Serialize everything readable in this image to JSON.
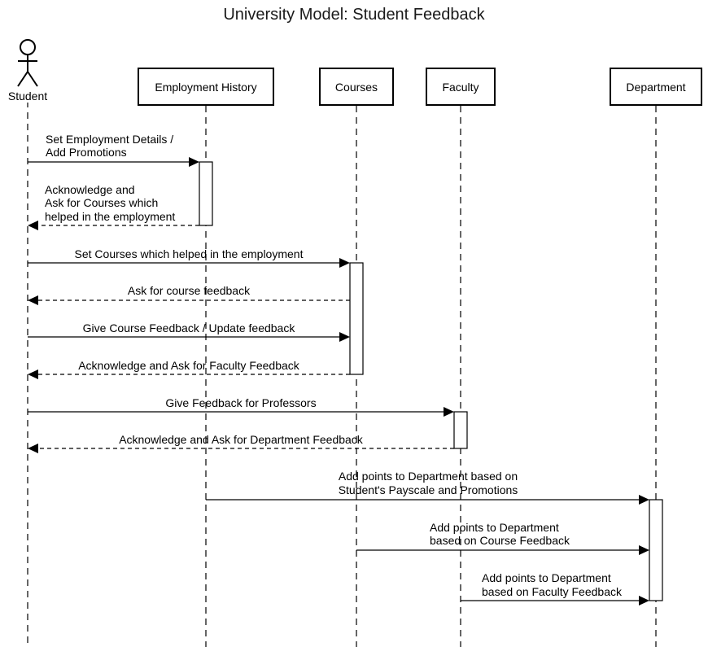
{
  "title": "University Model: Student Feedback",
  "participants": {
    "student": "Student",
    "employment_history": "Employment History",
    "courses": "Courses",
    "faculty": "Faculty",
    "department": "Department"
  },
  "messages": [
    {
      "from": "student",
      "to": "employment_history",
      "kind": "call",
      "lines": [
        "Set Employment Details /",
        "Add Promotions"
      ]
    },
    {
      "from": "employment_history",
      "to": "student",
      "kind": "return",
      "lines": [
        "Acknowledge and",
        "Ask for Courses which",
        "helped in the employment"
      ]
    },
    {
      "from": "student",
      "to": "courses",
      "kind": "call",
      "lines": [
        "Set Courses which helped in the employment"
      ]
    },
    {
      "from": "courses",
      "to": "student",
      "kind": "return",
      "lines": [
        "Ask for course feedback"
      ]
    },
    {
      "from": "student",
      "to": "courses",
      "kind": "call",
      "lines": [
        "Give Course Feedback / Update feedback"
      ]
    },
    {
      "from": "courses",
      "to": "student",
      "kind": "return",
      "lines": [
        "Acknowledge and Ask for Faculty Feedback"
      ]
    },
    {
      "from": "student",
      "to": "faculty",
      "kind": "call",
      "lines": [
        "Give Feedback for Professors"
      ]
    },
    {
      "from": "faculty",
      "to": "student",
      "kind": "return",
      "lines": [
        "Acknowledge and Ask for Department Feedback"
      ]
    },
    {
      "from": "employment_history",
      "to": "department",
      "kind": "call",
      "lines": [
        "Add points to Department based on",
        "Student's Payscale and Promotions"
      ]
    },
    {
      "from": "courses",
      "to": "department",
      "kind": "call",
      "lines": [
        "Add points to Department",
        "based on Course Feedback"
      ]
    },
    {
      "from": "faculty",
      "to": "department",
      "kind": "call",
      "lines": [
        "Add points to Department",
        "based on Faculty Feedback"
      ]
    }
  ]
}
